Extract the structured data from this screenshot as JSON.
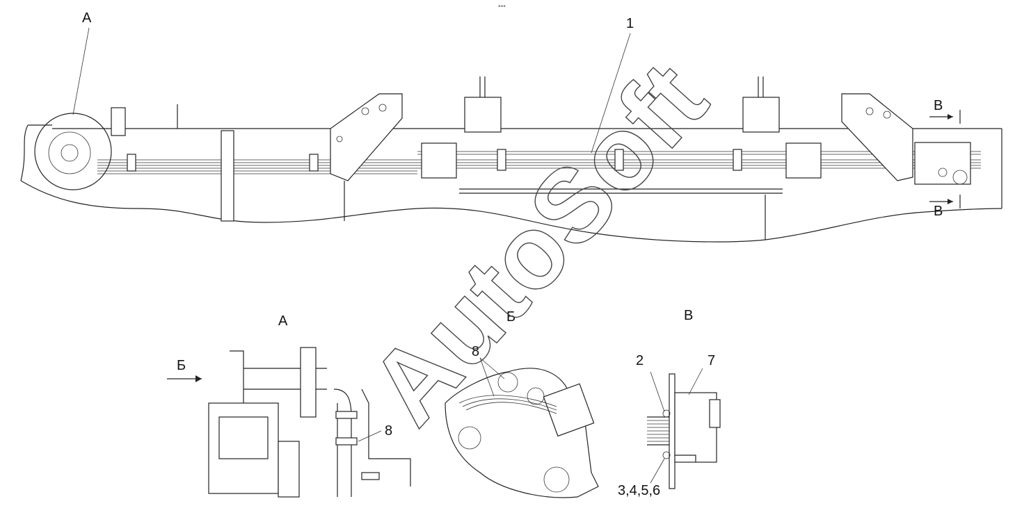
{
  "labels": {
    "callout_a": "А",
    "part_1": "1",
    "section_v_top": "В",
    "section_v_bottom": "В",
    "top_mark": "°°°",
    "detail_a_title": "А",
    "view_b_arrow": "Б",
    "detail_a_part_8": "8",
    "view_b_title": "Б",
    "view_b_part_8": "8",
    "section_v_title": "В",
    "part_2": "2",
    "part_7": "7",
    "parts_3_6": "3,4,5,6"
  },
  "watermark": "AutoSoft"
}
